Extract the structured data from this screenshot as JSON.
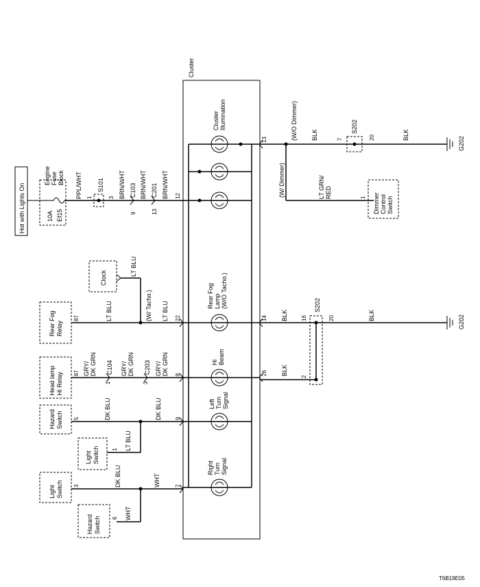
{
  "power": {
    "label": "Hot with Lights On"
  },
  "fuse_block": {
    "l1": "Engine",
    "l2": "Fuse",
    "l3": "Block",
    "fuse_amp": "10A",
    "fuse_id": "Ef15"
  },
  "wires": {
    "ppl_wht": "PPL/WHT",
    "brn_wht": "BRN/WHT",
    "lt_blu": "LT BLU",
    "gry": "GRY/",
    "dk_grn": "DK GRN",
    "dk_blu": "DK BLU",
    "wht": "WHT",
    "blk": "BLK",
    "lt_grn": "LT GRN/",
    "red": "RED"
  },
  "connectors": {
    "c103": "C103",
    "c201": "C201",
    "c104": "C104",
    "c203": "C203",
    "s101": "S101",
    "s202": "S202"
  },
  "pins": {
    "p1": "1",
    "p3": "3",
    "p9": "9",
    "p13": "13",
    "p12": "12",
    "p87": "87",
    "p22": "22",
    "p8": "8",
    "p5": "5",
    "p7": "7",
    "p6": "6",
    "p14": "14",
    "p16": "16",
    "p20": "20",
    "p26": "26",
    "p2": "2",
    "p1b": "1"
  },
  "cluster": {
    "label": "Cluster"
  },
  "lamps": {
    "illum": [
      "Cluster",
      "Illumination"
    ],
    "fog": [
      "Rear Fog",
      "Lamp",
      "(W/O Tacho.)"
    ],
    "hibeam": [
      "Hi",
      "Beam"
    ],
    "left": [
      "Left",
      "Turn",
      "Signal"
    ],
    "right": [
      "Right",
      "Turn",
      "Signal"
    ]
  },
  "components": {
    "clock": "Clock",
    "fog_relay": [
      "Rear Fog",
      "Relay"
    ],
    "hl_relay": [
      "Head lamp",
      "HI Relay"
    ],
    "hazard": [
      "Hazard",
      "Switch"
    ],
    "light": [
      "Light",
      "Switch"
    ],
    "dimmer": [
      "Dimmer",
      "Control",
      "Switch"
    ]
  },
  "notes": {
    "w_tacho": "(W/ Tacho.)",
    "wo_dimmer": "(W/O Dimmer)",
    "w_dimmer": "(W/ Dimmer)"
  },
  "grounds": {
    "g202": "G202"
  },
  "footer": {
    "code": "T6B19E05"
  }
}
